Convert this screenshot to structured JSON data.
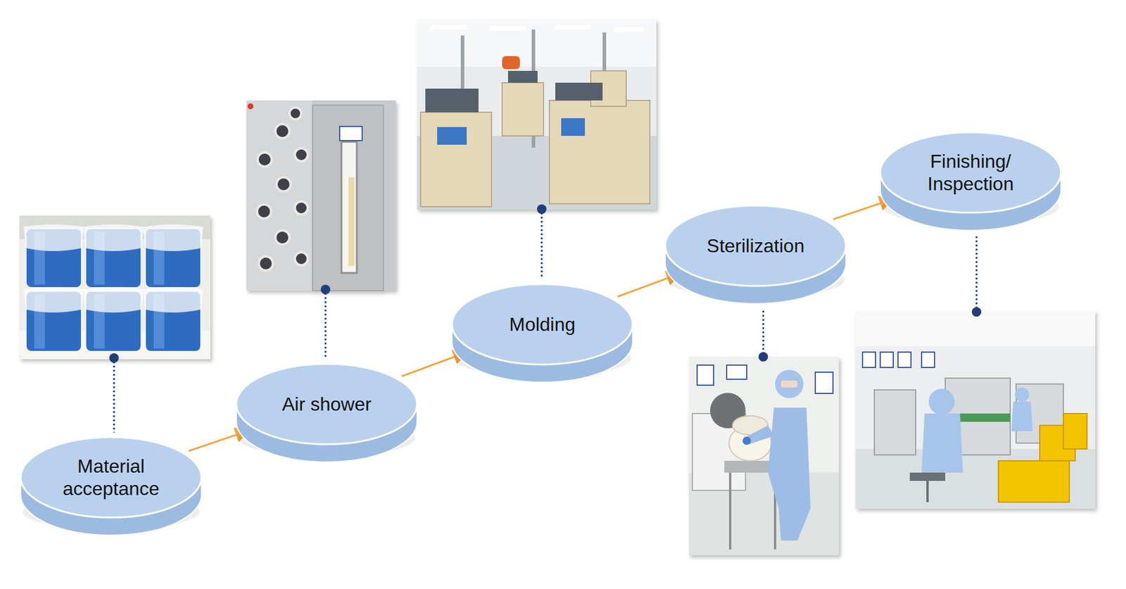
{
  "diagram": {
    "nodes": [
      {
        "text": [
          "Material acceptance"
        ]
      },
      {
        "text": [
          "Air shower"
        ]
      },
      {
        "text": [
          "Molding"
        ]
      },
      {
        "text": [
          "Sterilization"
        ]
      },
      {
        "text": [
          "Finishing/ Inspection"
        ]
      }
    ],
    "edges": [
      {
        "from": 0,
        "to": 1,
        "arrow": "to"
      },
      {
        "from": 1,
        "to": 2,
        "arrow": "to"
      },
      {
        "from": 2,
        "to": 3,
        "arrow": "to"
      },
      {
        "from": 3,
        "to": 4,
        "arrow": "to"
      }
    ]
  }
}
